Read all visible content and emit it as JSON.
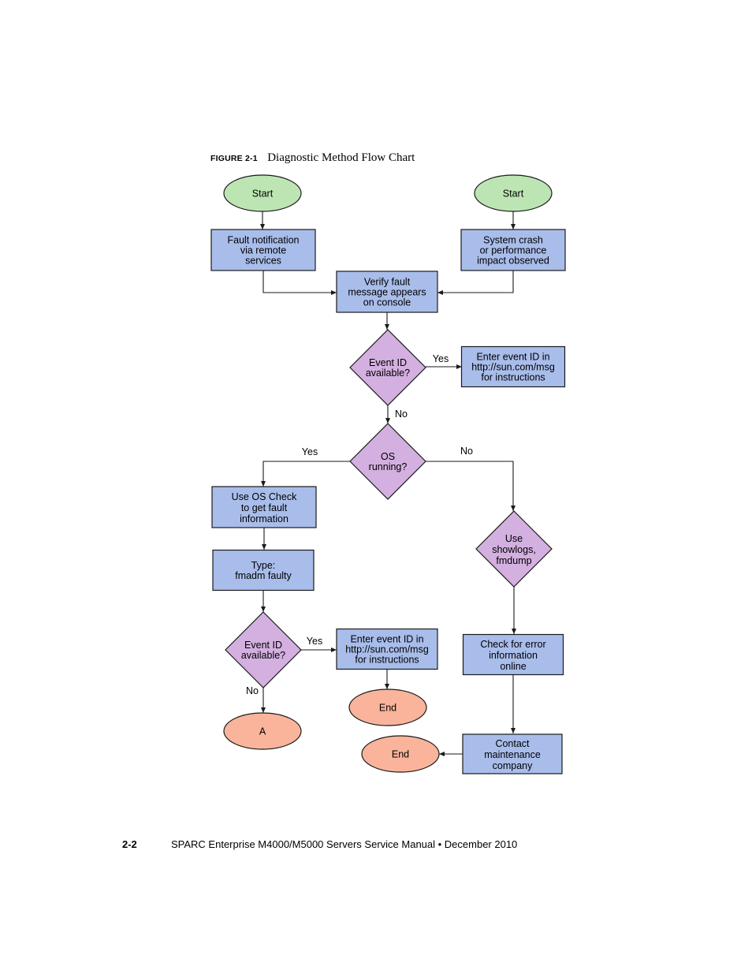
{
  "figure": {
    "label": "FIGURE 2-1",
    "title": "Diagnostic Method Flow Chart"
  },
  "colors": {
    "start": "#bde5b4",
    "process": "#a9bdeb",
    "decision": "#d3b0df",
    "end": "#f9b49b",
    "stroke": "#1a1a1a"
  },
  "nodes": {
    "start_left": [
      "Start"
    ],
    "start_right": [
      "Start"
    ],
    "fault_notification": [
      "Fault notification",
      "via remote",
      "services"
    ],
    "system_crash": [
      "System crash",
      "or performance",
      "impact observed"
    ],
    "verify_fault": [
      "Verify fault",
      "message appears",
      "on console"
    ],
    "event_id_1": [
      "Event ID",
      "available?"
    ],
    "enter_event_1": [
      "Enter event ID in",
      "http://sun.com/msg",
      "for instructions"
    ],
    "os_running": [
      "OS",
      "running?"
    ],
    "use_os_check": [
      "Use OS Check",
      "to get fault",
      "information"
    ],
    "type_fmadm": [
      "Type:",
      "fmadm faulty"
    ],
    "use_showlogs": [
      "Use",
      "showlogs,",
      "fmdump"
    ],
    "event_id_2": [
      "Event ID",
      "available?"
    ],
    "enter_event_2": [
      "Enter event ID in",
      "http://sun.com/msg",
      "for instructions"
    ],
    "check_error": [
      "Check for error",
      "information",
      "online"
    ],
    "end_mid": [
      "End"
    ],
    "end_right": [
      "End"
    ],
    "connector_a": [
      "A"
    ],
    "contact_maintenance": [
      "Contact",
      "maintenance",
      "company"
    ]
  },
  "edge_labels": {
    "event1_yes": "Yes",
    "event1_no": "No",
    "os_yes": "Yes",
    "os_no": "No",
    "event2_yes": "Yes",
    "event2_no": "No"
  },
  "footer": {
    "page": "2-2",
    "text": "SPARC Enterprise M4000/M5000 Servers Service Manual  •  December 2010"
  }
}
